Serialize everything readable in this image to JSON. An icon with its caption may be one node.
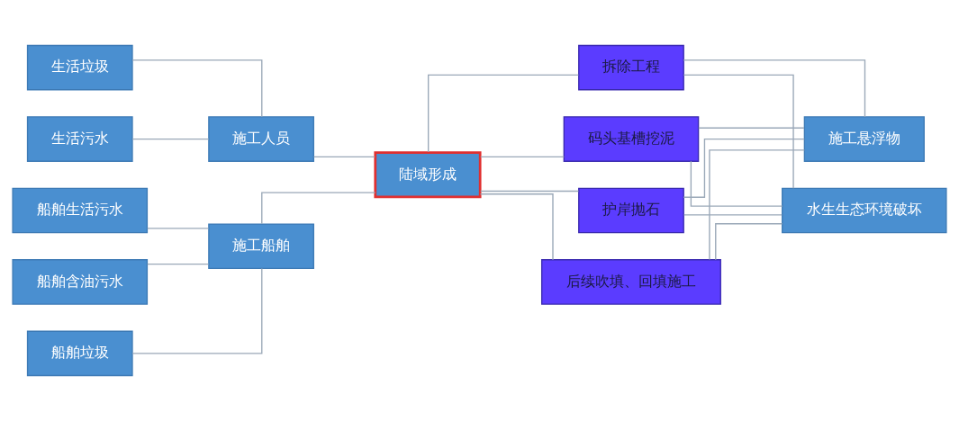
{
  "diagram": {
    "nodes": [
      {
        "text": [
          "生活污水"
        ]
      },
      {
        "text": [
          "生活垃圾"
        ]
      },
      {
        "text": [
          "施工人员"
        ]
      },
      {
        "text": [
          "船舶生活污水"
        ]
      },
      {
        "text": [
          "船舶含油污水"
        ]
      },
      {
        "text": [
          "船舶垃圾"
        ]
      },
      {
        "text": [
          "施工船舶"
        ]
      },
      {
        "text": [
          "陆域形成"
        ]
      },
      {
        "text": [
          "护岸抛石"
        ]
      },
      {
        "text": [
          "后续吹填、回填施工"
        ]
      },
      {
        "text": [
          "拆除工程"
        ]
      },
      {
        "text": [
          "码头基槽挖泥"
        ]
      },
      {
        "text": [
          "施工悬浮物"
        ]
      },
      {
        "text": [
          "水生生态环境破坏"
        ]
      }
    ],
    "edges": [
      {
        "from": 0,
        "to": 2,
        "arrow": "none"
      },
      {
        "from": 1,
        "to": 2,
        "arrow": "none"
      },
      {
        "from": 3,
        "to": 6,
        "arrow": "none"
      },
      {
        "from": 4,
        "to": 6,
        "arrow": "none"
      },
      {
        "from": 5,
        "to": 6,
        "arrow": "none"
      },
      {
        "from": 2,
        "to": 7,
        "arrow": "none"
      },
      {
        "from": 6,
        "to": 7,
        "arrow": "none"
      },
      {
        "from": 7,
        "to": 8,
        "arrow": "none"
      },
      {
        "from": 7,
        "to": 9,
        "arrow": "none"
      },
      {
        "from": 7,
        "to": 10,
        "arrow": "none"
      },
      {
        "from": 7,
        "to": 11,
        "arrow": "none"
      },
      {
        "from": 8,
        "to": 12,
        "arrow": "none"
      },
      {
        "from": 9,
        "to": 12,
        "arrow": "none"
      },
      {
        "from": 10,
        "to": 12,
        "arrow": "none"
      },
      {
        "from": 11,
        "to": 12,
        "arrow": "none"
      },
      {
        "from": 8,
        "to": 13,
        "arrow": "none"
      },
      {
        "from": 9,
        "to": 13,
        "arrow": "none"
      },
      {
        "from": 10,
        "to": 13,
        "arrow": "none"
      },
      {
        "from": 11,
        "to": 13,
        "arrow": "none"
      }
    ]
  }
}
